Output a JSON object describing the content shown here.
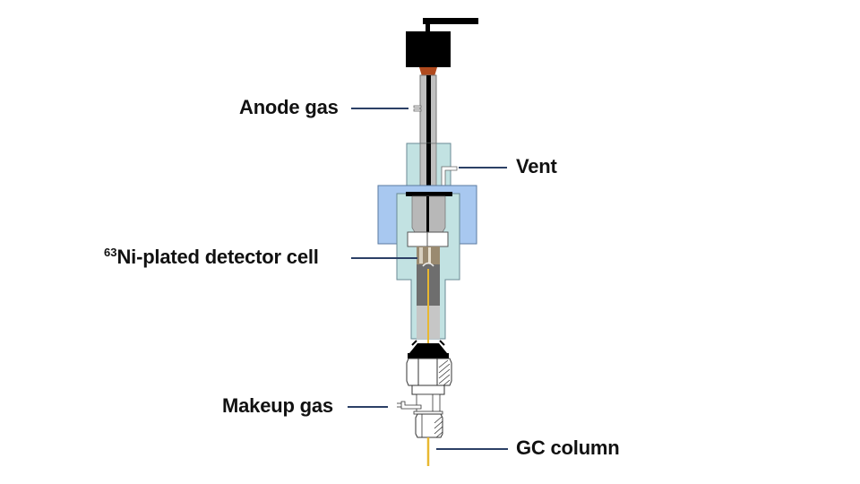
{
  "diagram": {
    "title": "Electron capture detector cross-section",
    "labels": {
      "anode_gas": "Anode gas",
      "vent": "Vent",
      "detector_cell_sup": "63",
      "detector_cell": "Ni-plated detector cell",
      "makeup_gas": "Makeup gas",
      "gc_column": "GC column"
    },
    "colors": {
      "leader_line": "#2c4066",
      "housing_light": "#c2e2e2",
      "housing_outer": "#a8c8f0",
      "tube_gray": "#c0c0c0",
      "electrode_black": "#000000",
      "insulator_tip": "#b04a1e",
      "column_yellow": "#e8b830",
      "cell_dark": "#7a7a7a"
    }
  }
}
